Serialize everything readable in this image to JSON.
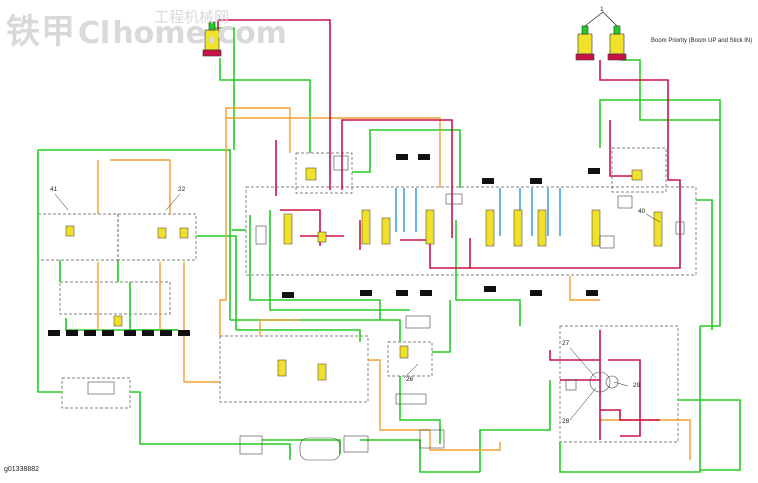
{
  "watermark": {
    "cn": "铁甲",
    "logo": "Cl",
    "site": "工程机械网",
    "domain": "home.com"
  },
  "title": "Boom Priority (Boom UP and Stick IN)",
  "figure_id": "g01338882",
  "callouts": {
    "c1": "1",
    "c41": "41",
    "c22": "22",
    "c40": "40",
    "c26": "26",
    "c27": "27",
    "c28": "28",
    "c29": "29"
  },
  "colors": {
    "pilot": "#22cc22",
    "high_pressure": "#cc1144",
    "drain": "#f0a030",
    "supply": "#1a88dd",
    "component": "#f2e12a",
    "frame": "#555555"
  }
}
